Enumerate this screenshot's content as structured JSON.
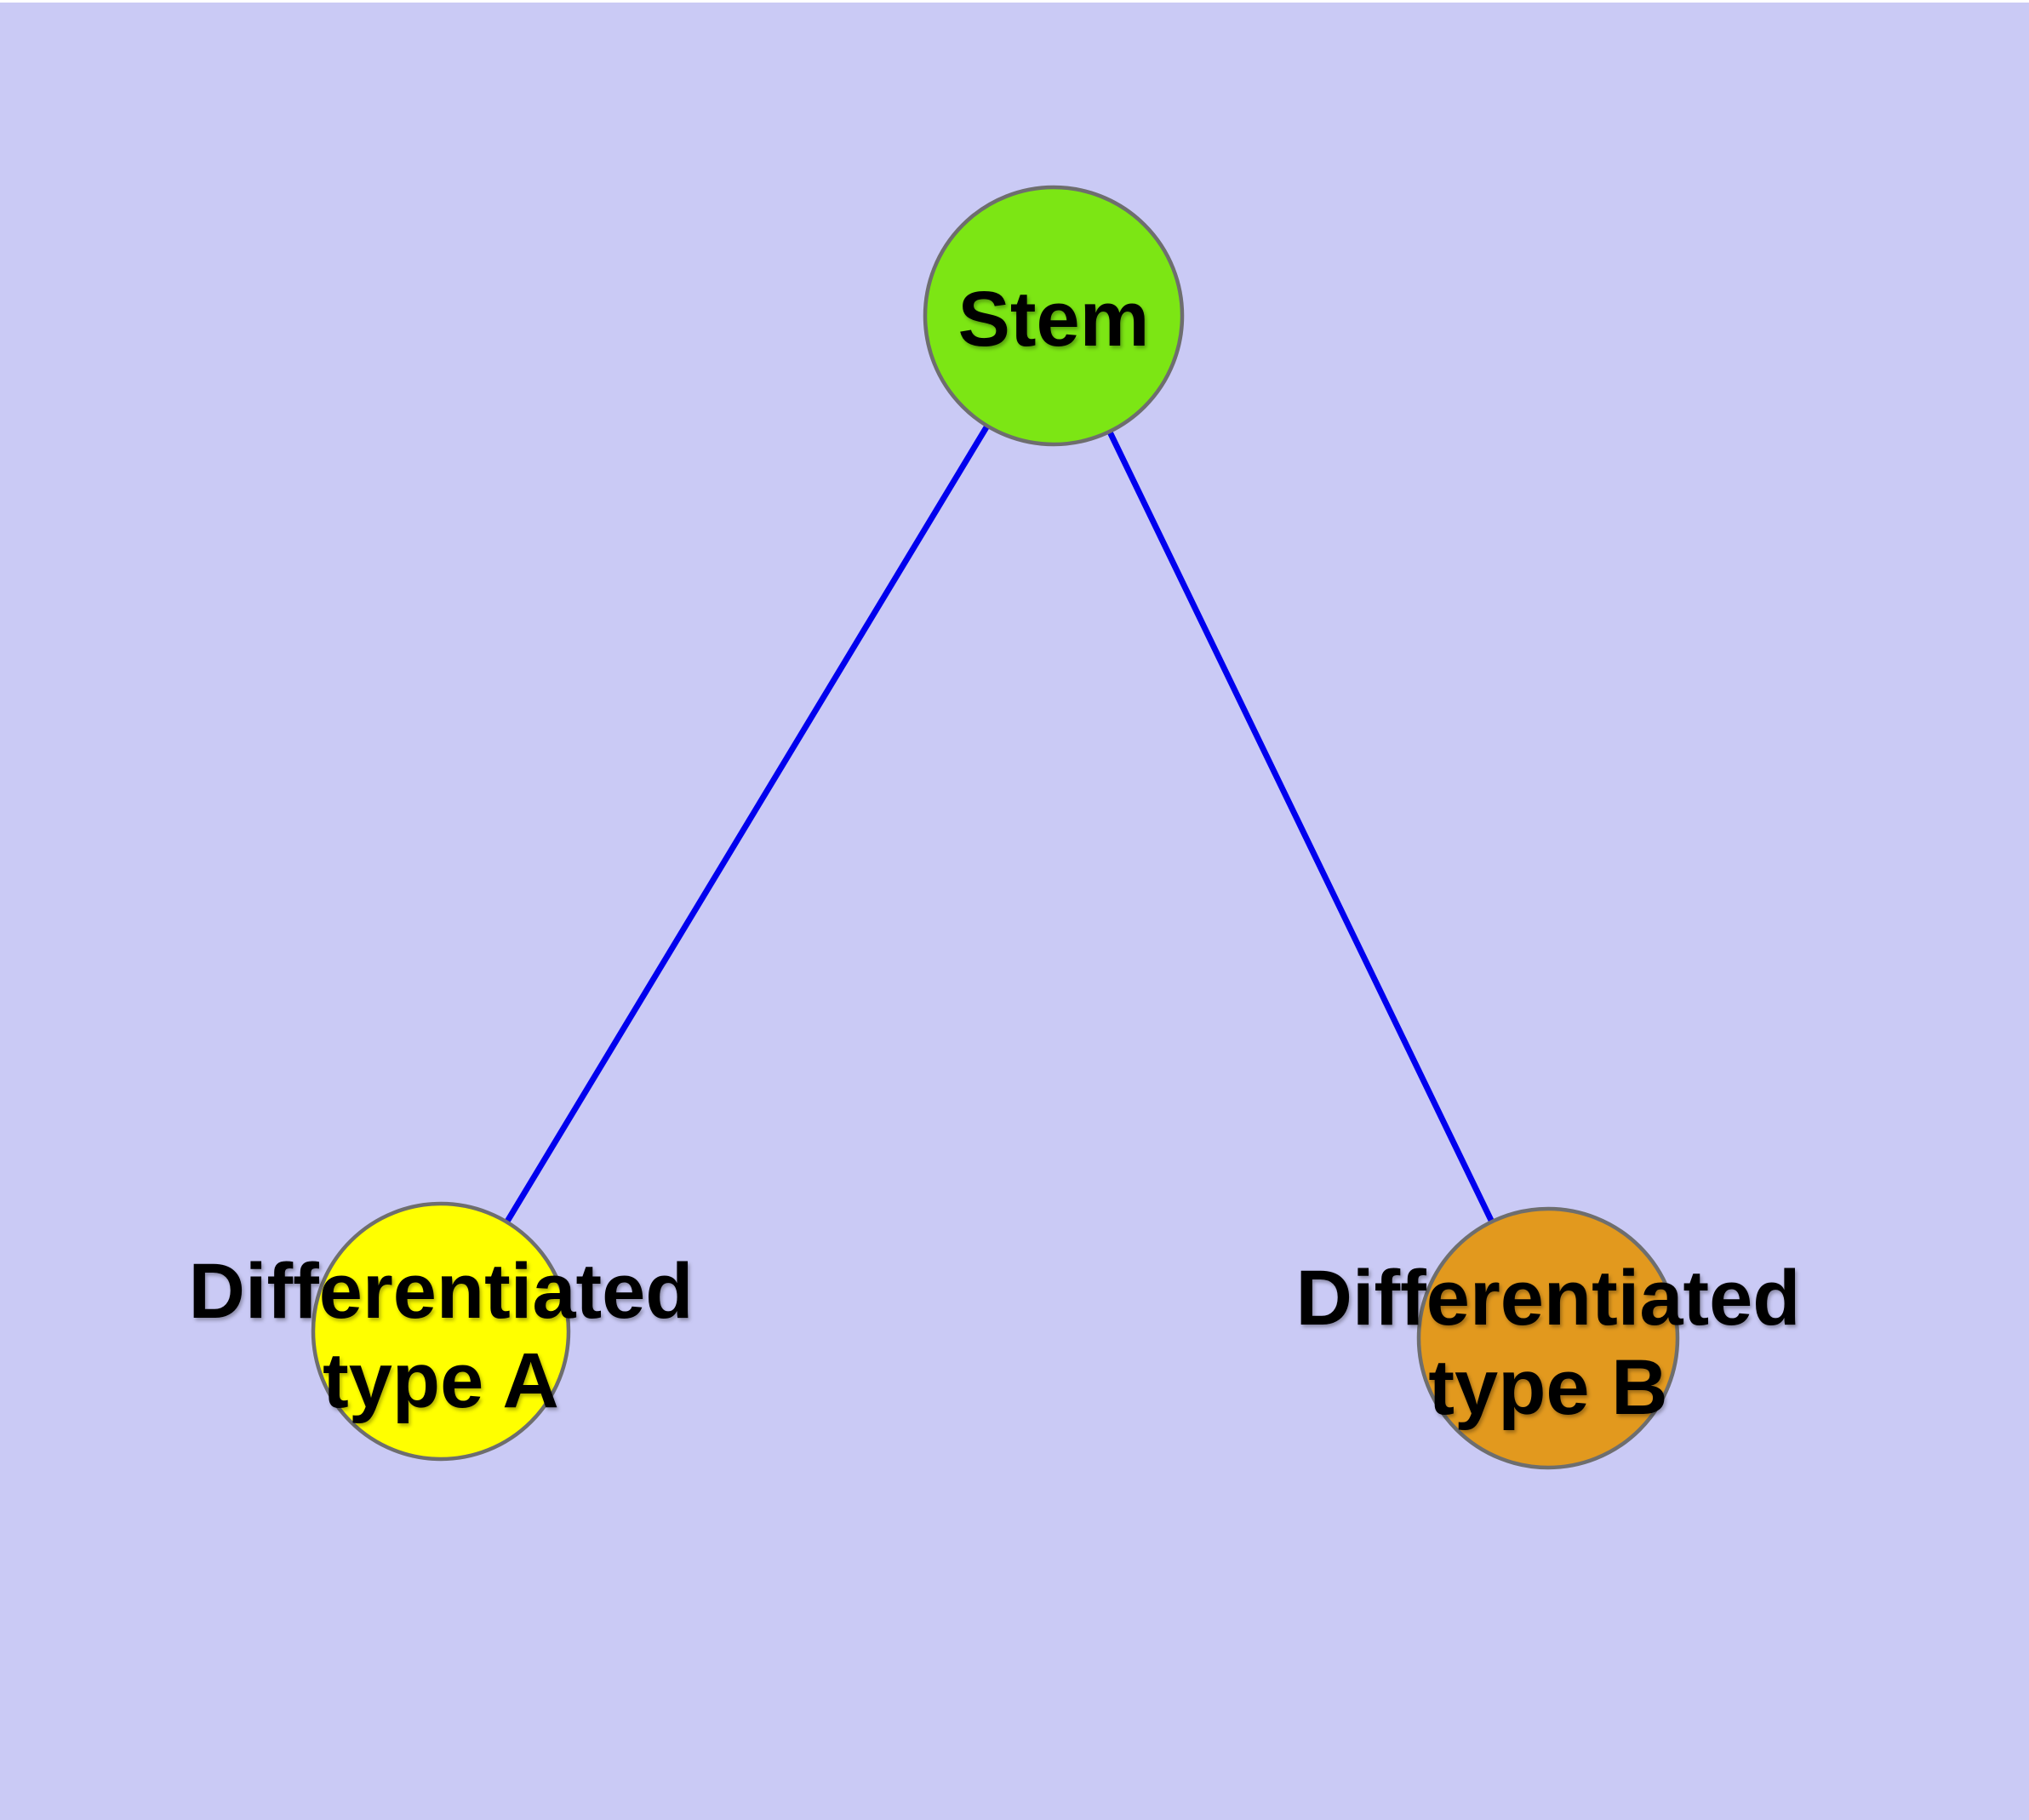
{
  "diagram": {
    "type": "node-link-graph",
    "background_color": "#cacaf5",
    "top_strip_color": "#ffffff",
    "edge_color": "#0000ee",
    "node_border_color": "#6e6e6e",
    "label_color": "#000000",
    "nodes": {
      "stem": {
        "label": "Stem",
        "fill": "#7ce614"
      },
      "typeA": {
        "label_line1": "Differentiated",
        "label_line2": "type A",
        "fill": "#ffff00"
      },
      "typeB": {
        "label_line1": "Differentiated",
        "label_line2": "type B",
        "fill": "#e2991e"
      }
    },
    "edges": [
      {
        "from": "Stem",
        "to": "Differentiated type A"
      },
      {
        "from": "Stem",
        "to": "Differentiated type B"
      }
    ]
  }
}
